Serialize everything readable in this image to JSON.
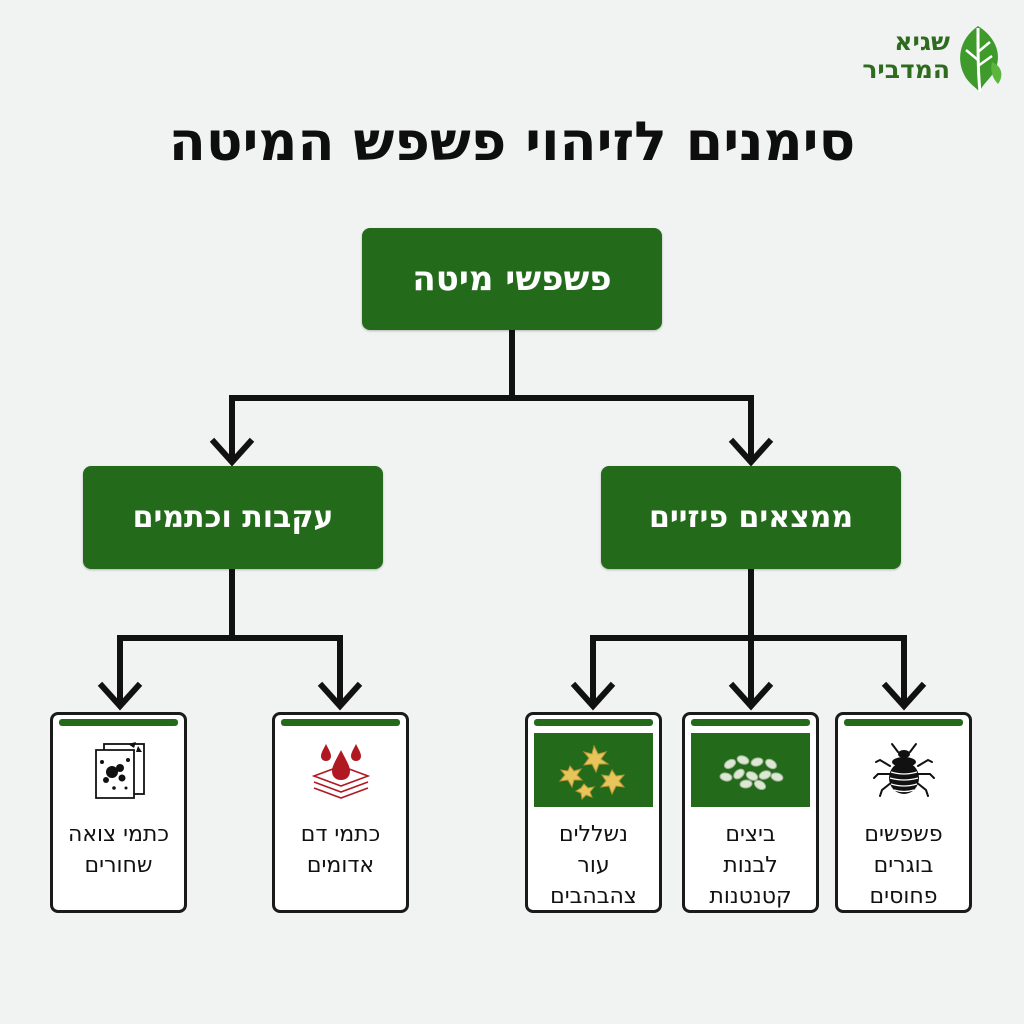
{
  "logo": {
    "lines": [
      "שגיא",
      "המדביר"
    ],
    "icon": "leaf-icon"
  },
  "title": "סימנים לזיהוי פשפש המיטה",
  "root": {
    "label": "פשפשי מיטה"
  },
  "branches": [
    {
      "label": "ממצאים פיזיים",
      "cards": [
        {
          "lines": [
            "פשפשים",
            "בוגרים",
            "פחוסים"
          ],
          "icon": "bed-bug-icon"
        },
        {
          "lines": [
            "ביצים",
            "לבנות",
            "קטנטנות"
          ],
          "icon": "eggs-icon"
        },
        {
          "lines": [
            "נשללים",
            "עור",
            "צהבהבים"
          ],
          "icon": "shed-skins-icon"
        }
      ]
    },
    {
      "label": "עקבות וכתמים",
      "cards": [
        {
          "lines": [
            "כתמי דם",
            "אדומים"
          ],
          "icon": "blood-drops-icon"
        },
        {
          "lines": [
            "כתמי צואה",
            "שחורים"
          ],
          "icon": "fecal-stains-icon"
        }
      ]
    }
  ],
  "colors": {
    "node_green": "#236b1b",
    "logo_green": "#2e6b1f",
    "connector": "#111111",
    "blood_red": "#b01822",
    "skin_yellow": "#e6c55a"
  }
}
